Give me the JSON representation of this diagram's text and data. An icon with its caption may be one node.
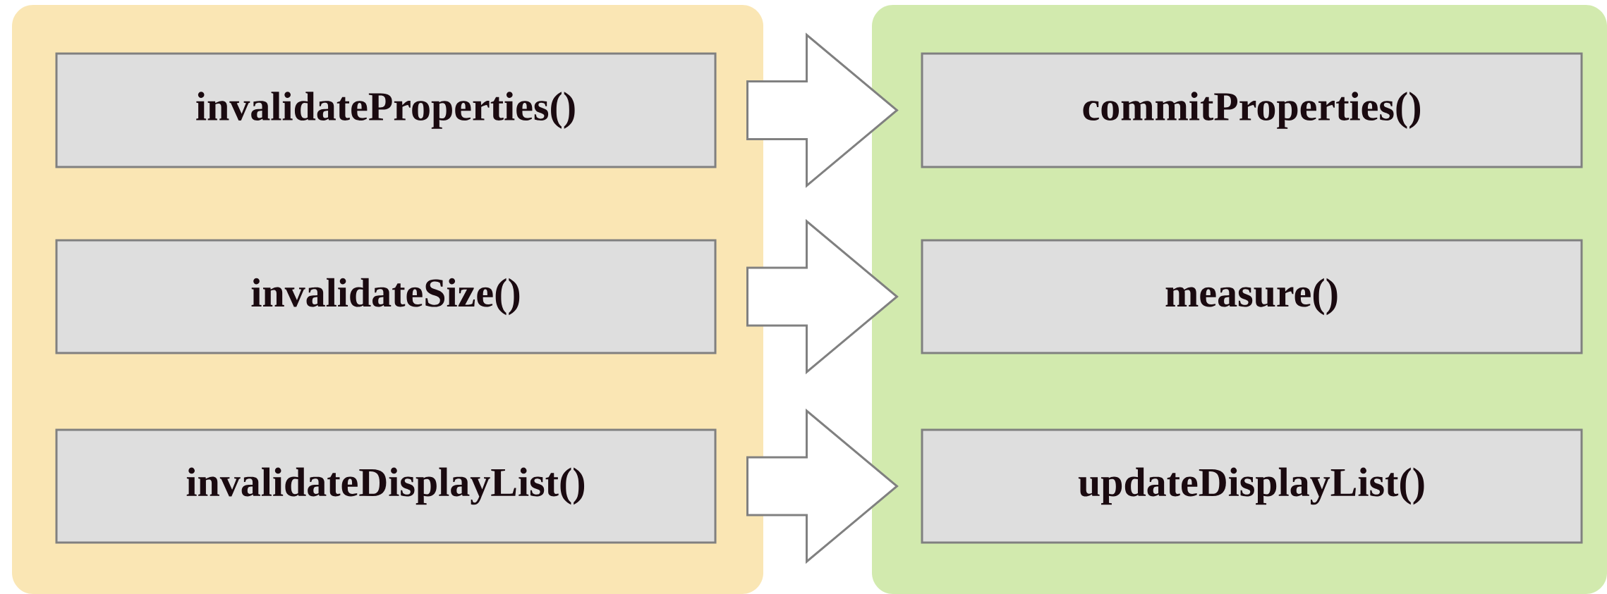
{
  "diagram": {
    "nodes": [
      {
        "text": [],
        "shape": "box"
      },
      {
        "text": [],
        "shape": "box"
      },
      {
        "text": [
          "invalidateProperties()"
        ],
        "in": 0
      },
      {
        "text": [
          "invalidateSize()"
        ],
        "in": 0
      },
      {
        "text": [
          "invalidateDisplayList()"
        ],
        "in": 0
      },
      {
        "text": [
          "commitProperties()"
        ],
        "in": 1
      },
      {
        "text": [
          "measure()"
        ],
        "in": 1
      },
      {
        "text": [
          "updateDisplayList()"
        ],
        "in": 1
      }
    ],
    "edges": [
      {
        "from": 2,
        "to": 5,
        "arrow": "to"
      },
      {
        "from": 3,
        "to": 6,
        "arrow": "to"
      },
      {
        "from": 4,
        "to": 7,
        "arrow": "to"
      }
    ]
  }
}
